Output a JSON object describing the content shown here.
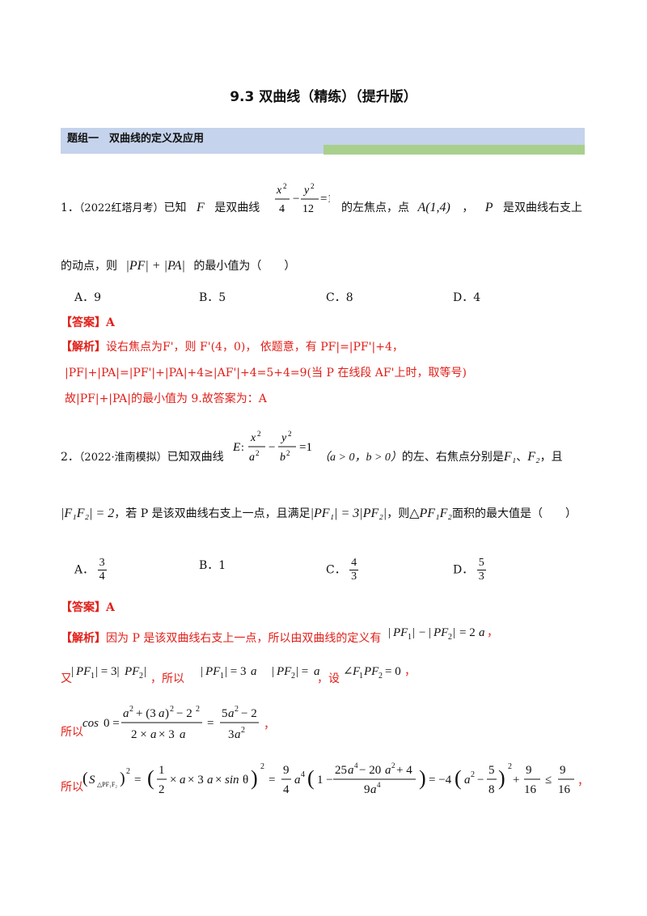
{
  "title": "9.3 双曲线（精练）（提升版）",
  "section": "题组一　双曲线的定义及应用",
  "q1": {
    "number": "1．",
    "source": "（2022红塔月考）",
    "text_a": "已知",
    "var_F": "F",
    "text_b": "是双曲线",
    "text_c": "的左焦点，点",
    "point_A": "A(1,4)",
    "comma": "，",
    "var_P": "P",
    "text_d": "是双曲线右支上",
    "line2_a": "的动点，则",
    "expr": "|PF| + |PA|",
    "line2_b": "的最小值为（　　）",
    "options": [
      "A．9",
      "B．5",
      "C．8",
      "D．4"
    ],
    "answer_label": "【答案】",
    "answer": "A",
    "analysis_label": "【解析】",
    "analysis": [
      "设右焦点为F'，则 F'(4，0)， 依题意，有 PF|=|PF'|+4，",
      "|PF|+|PA|=|PF'|+|PA|+4≥|AF'|+4=5+4=9(当 P 在线段 AF'上时，取等号)",
      "故|PF|+|PA|的最小值为 9.故答案为：A"
    ]
  },
  "q2": {
    "number": "2．",
    "source": "（2022·淮南模拟）",
    "text_a": "已知双曲线",
    "cond": "（a > 0，b > 0）",
    "text_b": "的左、右焦点分别是",
    "f1": "F₁",
    "sep": "、",
    "f2": "F₂",
    "text_c": "，且",
    "line2_expr": "|F₁F₂| = 2",
    "line2_a": "，若 P 是该双曲线右支上一点，且满足",
    "line2_expr2": "|PF₁| = 3|PF₂|",
    "line2_b": "，则",
    "tri": "△PF₁F₂",
    "line2_c": "面积的最大值是（　　）",
    "options": [
      "A．",
      "B．1",
      "C．",
      "D．"
    ],
    "answer_label": "【答案】",
    "answer": "A",
    "analysis_label": "【解析】",
    "analysis_1": "因为 P 是该双曲线右支上一点，所以由双曲线的定义有",
    "analysis_2a": "又",
    "analysis_2b": "，所以",
    "analysis_2c": "，设",
    "analysis_3": "所以",
    "analysis_4": "所以"
  }
}
